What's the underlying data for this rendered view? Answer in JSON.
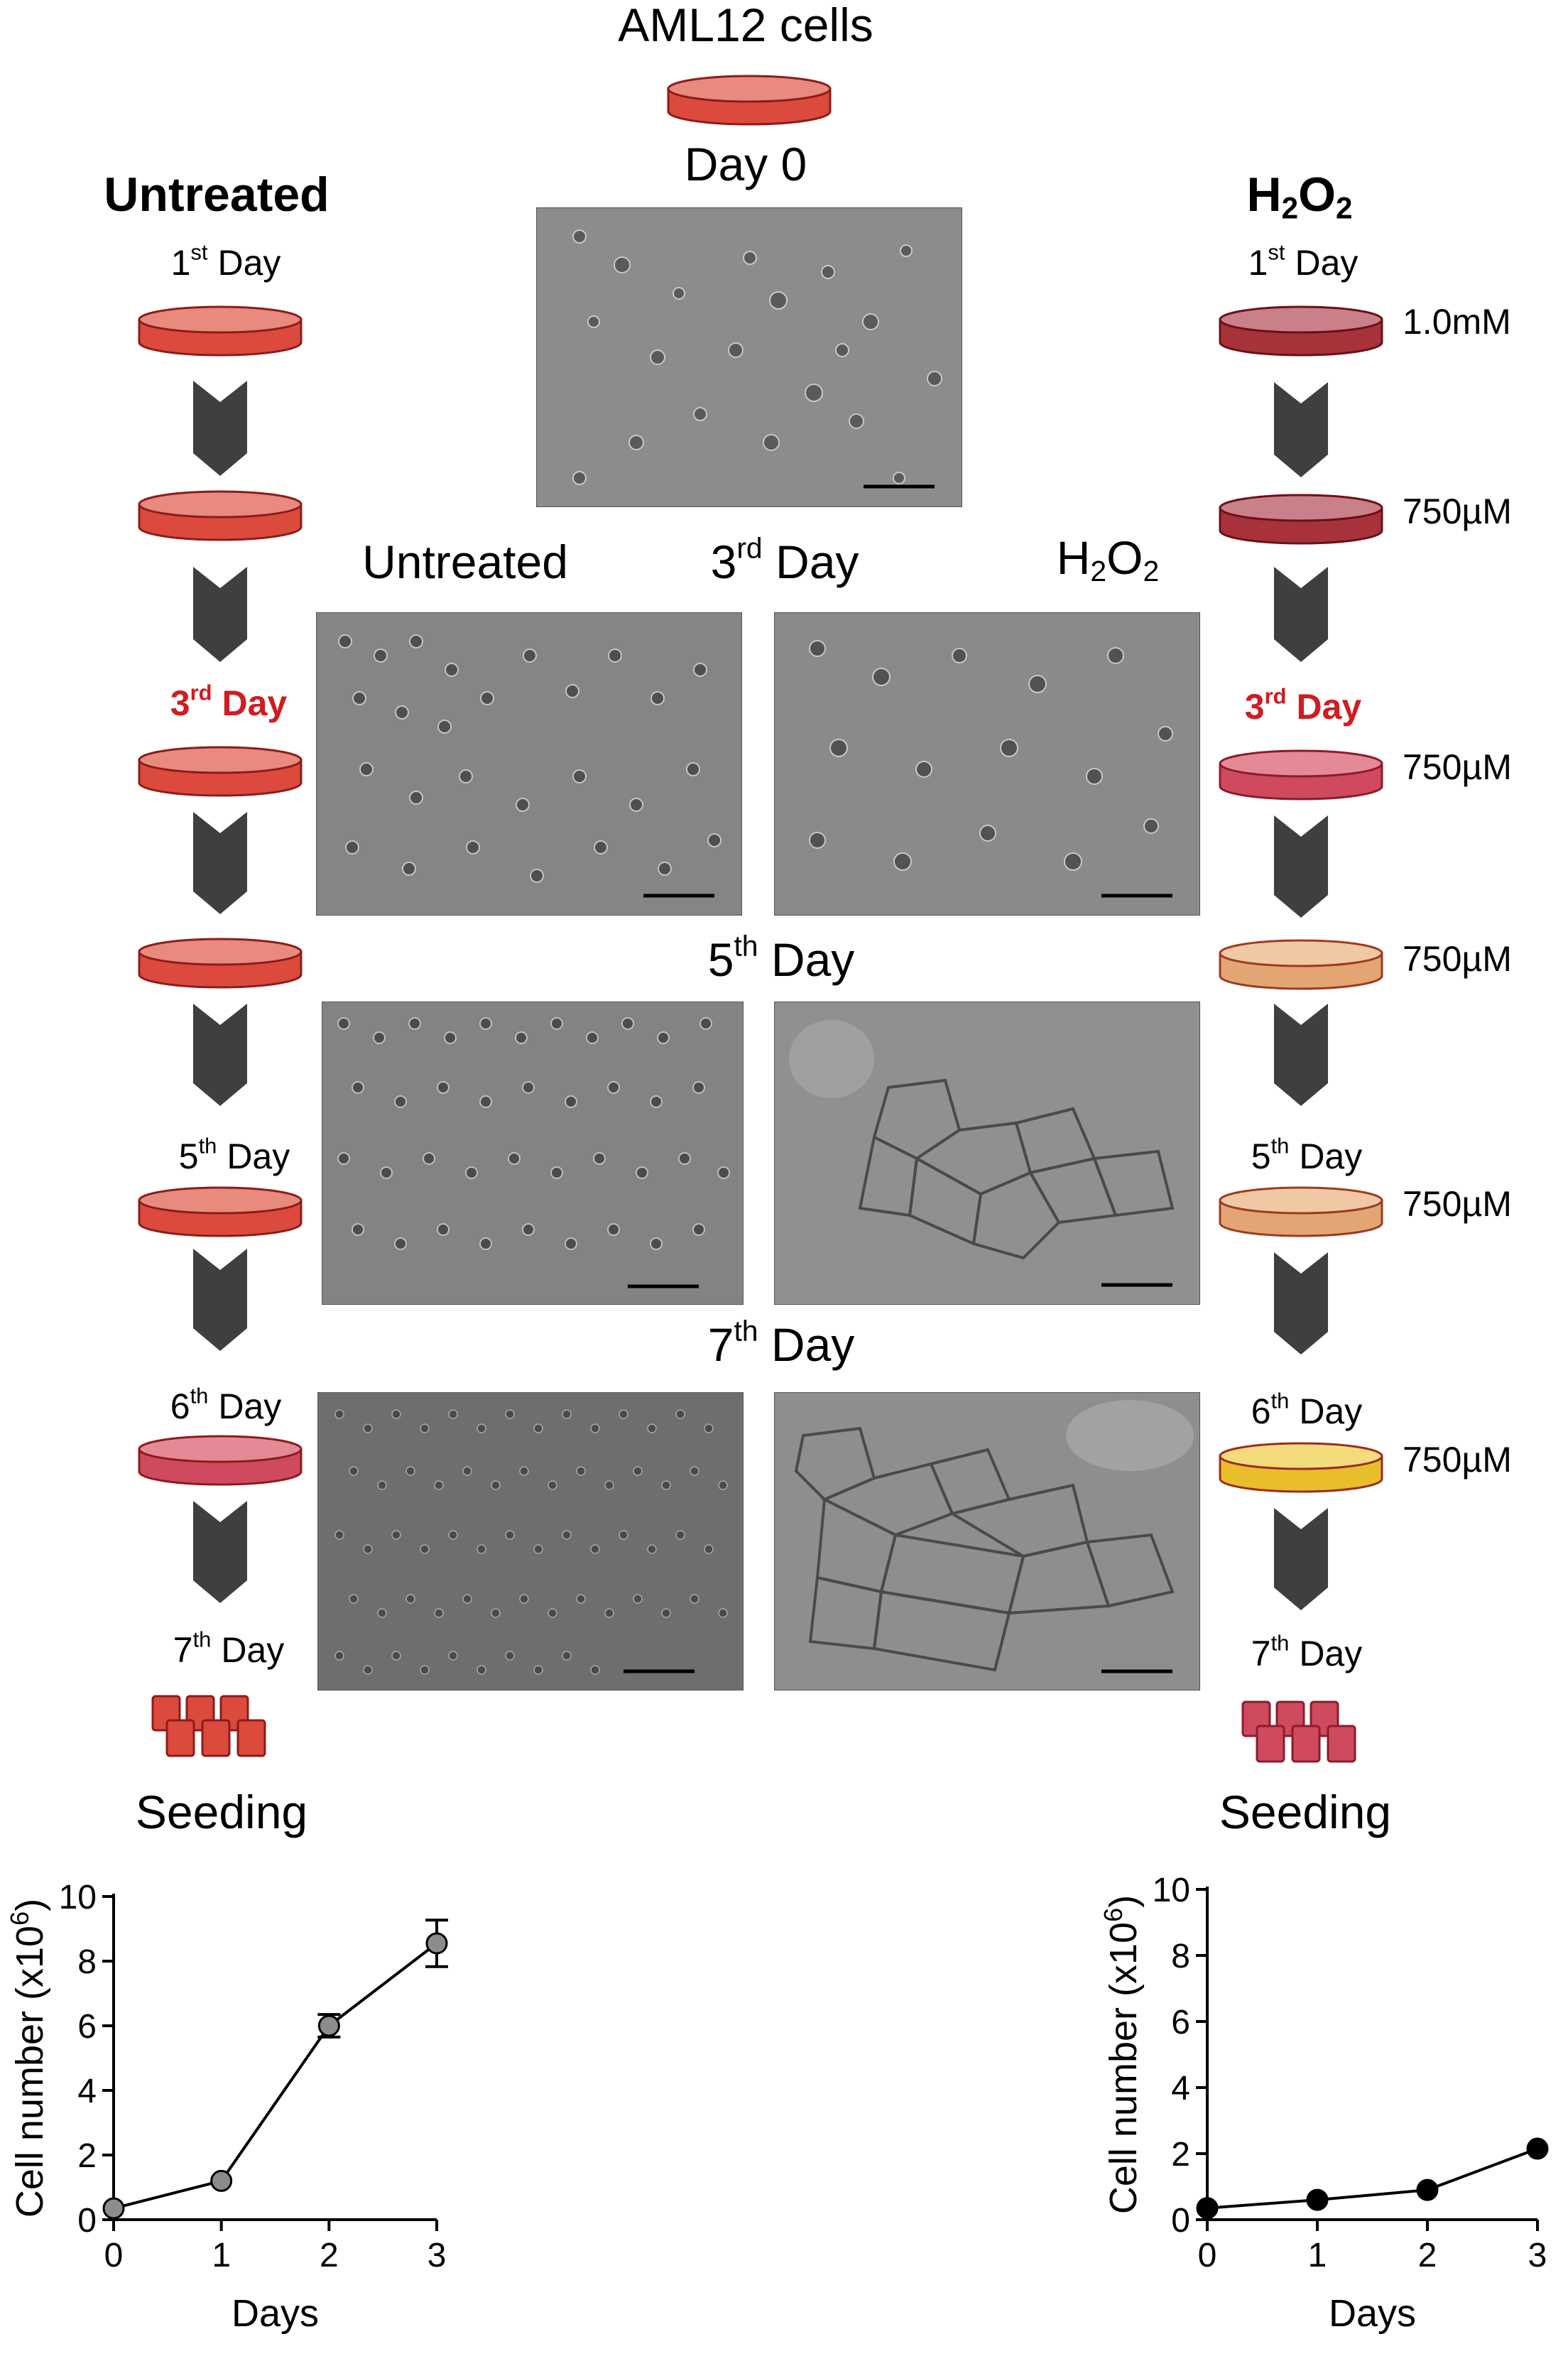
{
  "title": "AML12 cells",
  "day0_label": "Day 0",
  "left_column": {
    "heading": "Untreated",
    "seeding": "Seeding",
    "days": [
      {
        "num": "1",
        "sup": "st",
        "word": "Day"
      },
      {
        "num": "3",
        "sup": "rd",
        "word": "Day"
      },
      {
        "num": "5",
        "sup": "th",
        "word": "Day"
      },
      {
        "num": "6",
        "sup": "th",
        "word": "Day"
      },
      {
        "num": "7",
        "sup": "th",
        "word": "Day"
      }
    ]
  },
  "right_column": {
    "heading_main": "H",
    "heading_sub1": "2",
    "heading_mid": "O",
    "heading_sub2": "2",
    "seeding": "Seeding",
    "days": [
      {
        "num": "1",
        "sup": "st",
        "word": "Day"
      },
      {
        "num": "3",
        "sup": "rd",
        "word": "Day"
      },
      {
        "num": "5",
        "sup": "th",
        "word": "Day"
      },
      {
        "num": "6",
        "sup": "th",
        "word": "Day"
      },
      {
        "num": "7",
        "sup": "th",
        "word": "Day"
      }
    ],
    "concentrations": [
      "1.0mM",
      "750µM",
      "750µM",
      "750µM",
      "750µM",
      "750µM"
    ]
  },
  "middle": {
    "untreated_label": "Untreated",
    "h2o2_main": "H",
    "h2o2_sub1": "2",
    "h2o2_mid": "O",
    "h2o2_sub2": "2",
    "day3": {
      "num": "3",
      "sup": "rd",
      "word": "Day"
    },
    "day5": {
      "num": "5",
      "sup": "th",
      "word": "Day"
    },
    "day7": {
      "num": "7",
      "sup": "th",
      "word": "Day"
    }
  },
  "colors": {
    "dish_red": "#db4a3c",
    "dish_dark": "#a8323a",
    "dish_pink": "#cf4a5e",
    "dish_peach": "#e3a574",
    "dish_yellow": "#e8be2c",
    "arrow": "#3f3f3f",
    "accent_red": "#d01c22"
  },
  "icons": {
    "dish": "culture-dish-icon",
    "arrow": "chevron-down-arrow-icon",
    "seeding": "seeding-dishes-icon"
  },
  "chart_data": [
    {
      "type": "line",
      "x": [
        0,
        1,
        2,
        3
      ],
      "values": [
        0.35,
        1.2,
        6.0,
        8.55
      ],
      "error": [
        0,
        0,
        0.35,
        0.72
      ],
      "xlabel": "Days",
      "ylabel_main": "Cell number (x10",
      "ylabel_sup": "6",
      "ylabel_end": ")",
      "xlim": [
        0,
        3
      ],
      "ylim": [
        0,
        10
      ],
      "xticks": [
        "0",
        "1",
        "2",
        "3"
      ],
      "yticks": [
        "0",
        "2",
        "4",
        "6",
        "8",
        "10"
      ],
      "marker_color": "#8c8c8c",
      "grid": false
    },
    {
      "type": "line",
      "x": [
        0,
        1,
        2,
        3
      ],
      "values": [
        0.35,
        0.6,
        0.9,
        2.15
      ],
      "error": [
        0,
        0,
        0,
        0
      ],
      "xlabel": "Days",
      "ylabel_main": "Cell number (x10",
      "ylabel_sup": "6",
      "ylabel_end": ")",
      "xlim": [
        0,
        3
      ],
      "ylim": [
        0,
        10
      ],
      "xticks": [
        "0",
        "1",
        "2",
        "3"
      ],
      "yticks": [
        "0",
        "2",
        "4",
        "6",
        "8",
        "10"
      ],
      "marker_color": "#000000",
      "grid": false
    }
  ]
}
